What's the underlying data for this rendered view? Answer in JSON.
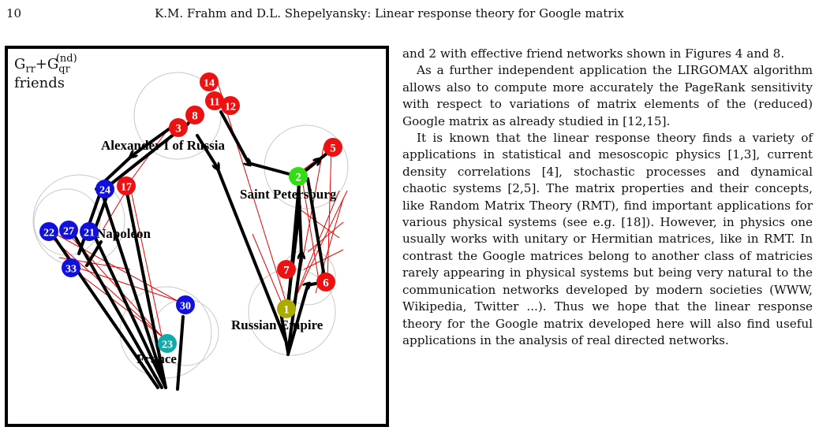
{
  "header": {
    "page_number": "10",
    "title": "K.M. Frahm and D.L. Shepelyansky: Linear response theory for Google matrix"
  },
  "figure": {
    "legend": {
      "g_rr_base": "G",
      "g_rr_sub": "rr",
      "plus": "+G",
      "g_qr_sup": "(nd)",
      "g_qr_sub": "qr",
      "line2": "friends"
    },
    "node_labels": {
      "alexander": "Alexander I of Russia",
      "saint_petersburg": "Saint Petersburg",
      "napoleon": "Napoleon",
      "russian_empire": "Russian Empire",
      "france": "France"
    },
    "nodes": [
      {
        "id": "14",
        "color": "#ee1111"
      },
      {
        "id": "11",
        "color": "#ee1111"
      },
      {
        "id": "12",
        "color": "#ee1111"
      },
      {
        "id": "8",
        "color": "#ee1111"
      },
      {
        "id": "3",
        "color": "#ee1111"
      },
      {
        "id": "5",
        "color": "#ee1111"
      },
      {
        "id": "2",
        "color": "#33dd11"
      },
      {
        "id": "24",
        "color": "#1111dd"
      },
      {
        "id": "17",
        "color": "#ee1111"
      },
      {
        "id": "22",
        "color": "#1111dd"
      },
      {
        "id": "27",
        "color": "#1111dd"
      },
      {
        "id": "21",
        "color": "#1111dd"
      },
      {
        "id": "33",
        "color": "#1111dd"
      },
      {
        "id": "7",
        "color": "#ee1111"
      },
      {
        "id": "6",
        "color": "#ee1111"
      },
      {
        "id": "1",
        "color": "#aaaa00"
      },
      {
        "id": "30",
        "color": "#1111dd"
      },
      {
        "id": "23",
        "color": "#11aaaa"
      }
    ]
  },
  "body_text": {
    "p1": "and 2 with effective friend networks shown in Figures 4 and 8.",
    "p2": "As a further independent application the LIRGOMAX algorithm allows also to compute more accurately the PageRank sensitivity with respect to variations of matrix elements of the (reduced) Google matrix as already studied in [12,15].",
    "p3": "It is known that the linear response theory finds a variety of applications in statistical and mesoscopic physics [1,3], current density correlations [4], stochastic processes and dynamical chaotic systems [2,5]. The matrix properties and their concepts, like Random Matrix Theory (RMT), find important applications for various physical systems (see e.g. [18]). However, in physics one usually works with unitary or Hermitian matrices, like in RMT. In contrast the Google matrices belong to another class of matricies rarely appearing in physical systems but being very natural to the communication networks developed by modern societies (WWW, Wikipedia, Twitter ...). Thus we hope that the linear response theory for the Google matrix developed here will also find useful applications in the analysis of real directed networks."
  }
}
